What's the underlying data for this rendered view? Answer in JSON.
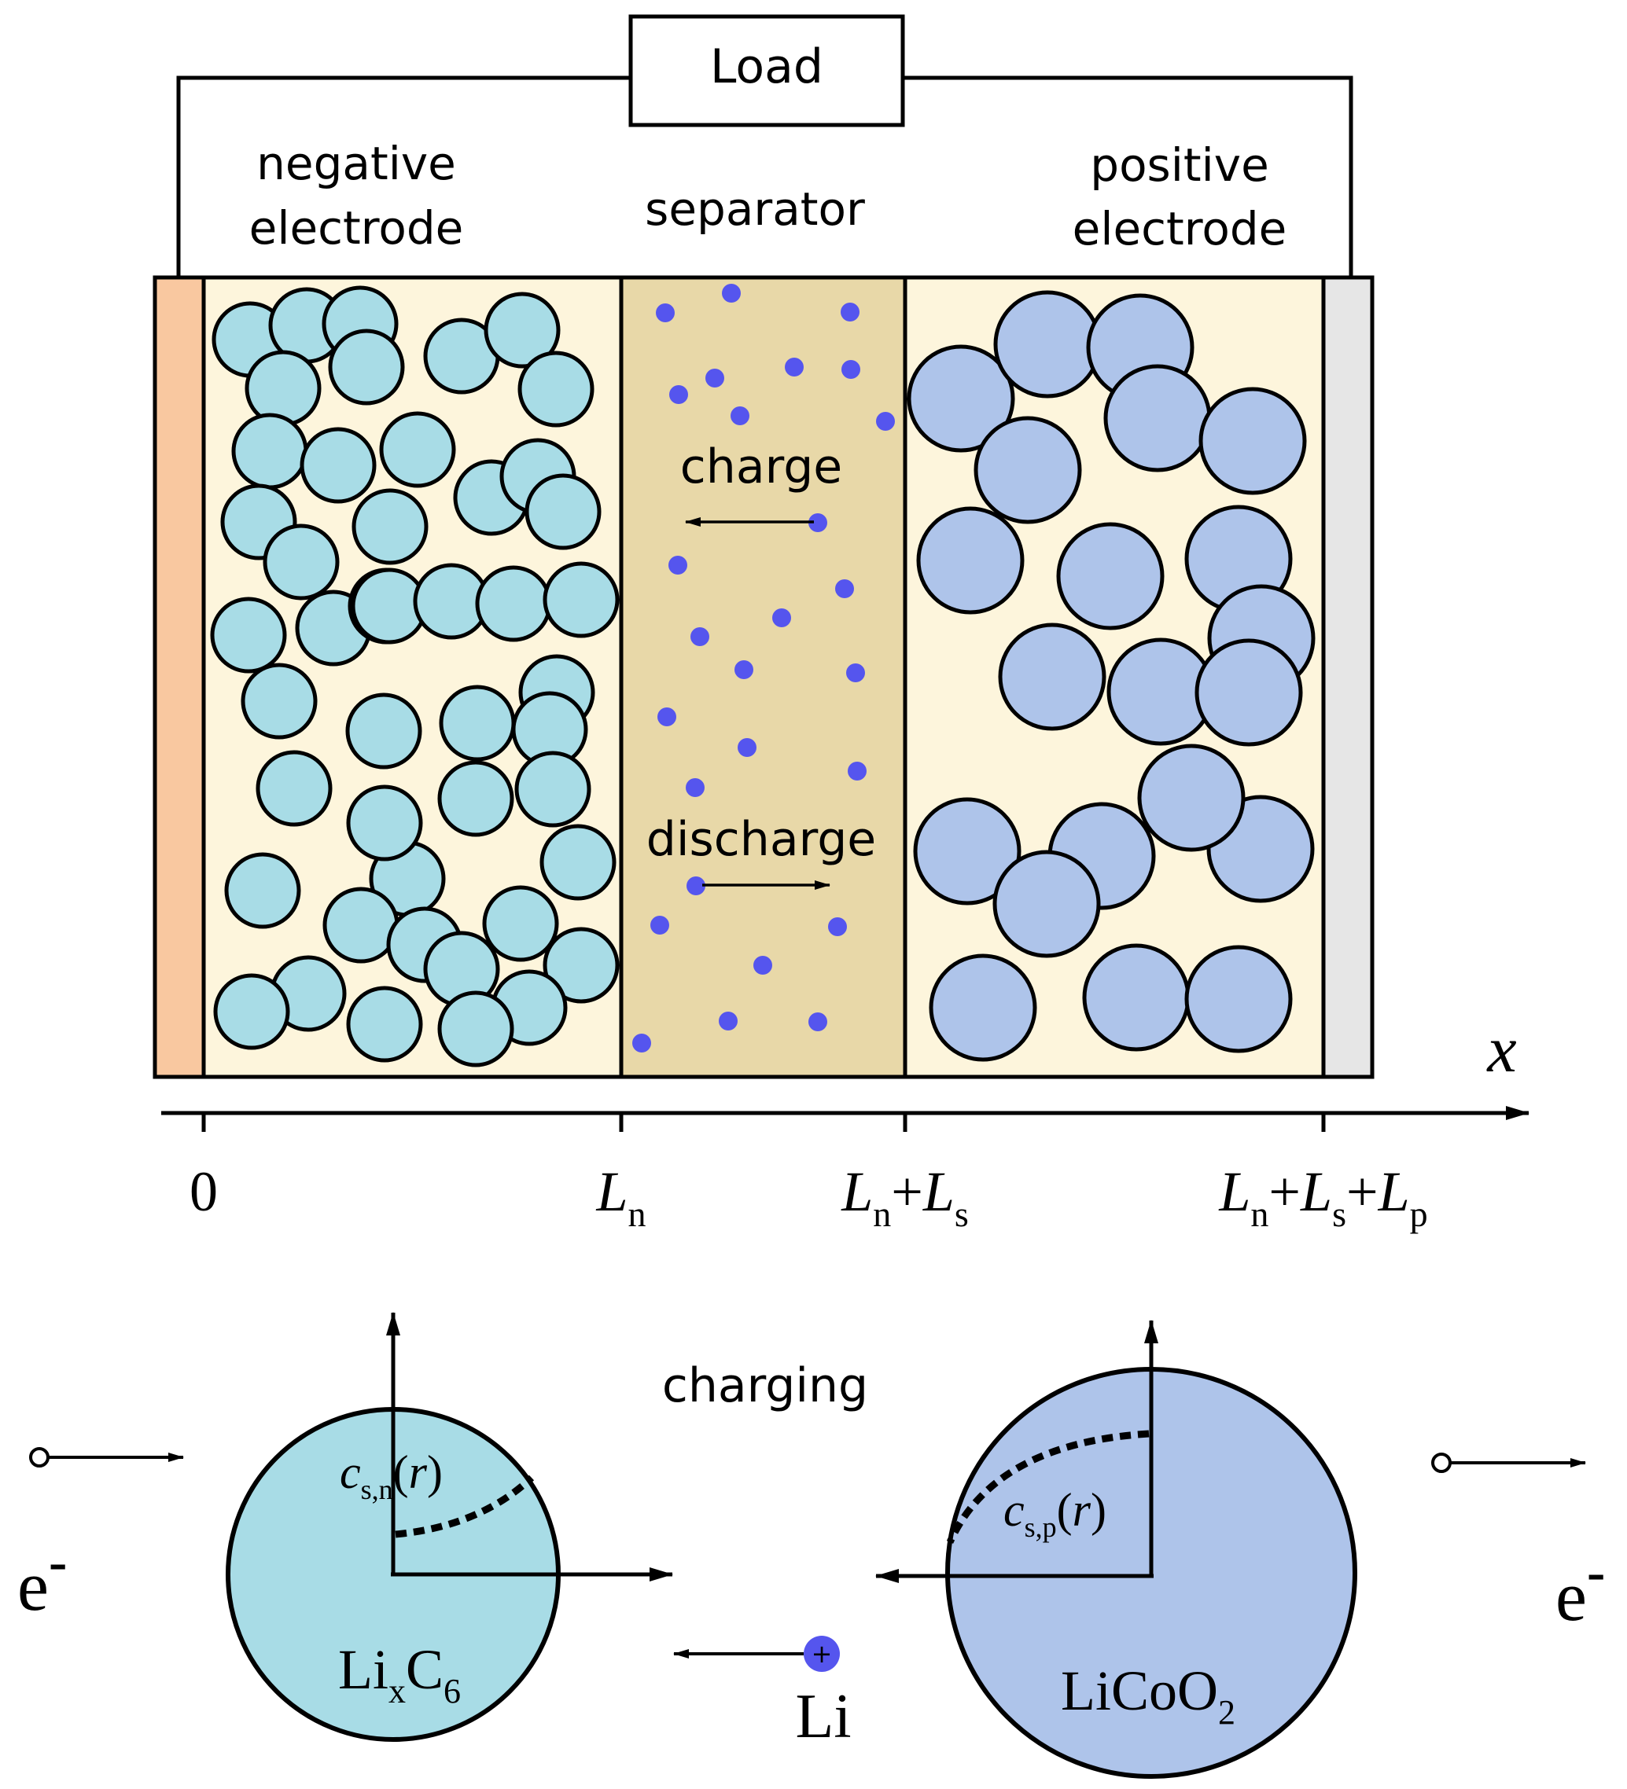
{
  "labels": {
    "load": "Load",
    "negative_line1": "negative",
    "negative_line2": "electrode",
    "separator": "separator",
    "positive_line1": "positive",
    "positive_line2": "electrode",
    "charge": "charge",
    "discharge": "discharge",
    "axis_var": "x",
    "charging": "charging",
    "li": "Li",
    "plus": "+",
    "electron_base": "e",
    "electron_sup": "-"
  },
  "ticks": [
    {
      "id": "zero",
      "parts": [
        {
          "t": "0",
          "sub": false
        }
      ]
    },
    {
      "id": "ln",
      "parts": [
        {
          "t": "L",
          "it": true
        },
        {
          "t": "n",
          "sub": true
        }
      ]
    },
    {
      "id": "ln-ls",
      "parts": [
        {
          "t": "L",
          "it": true
        },
        {
          "t": "n",
          "sub": true
        },
        {
          "t": "+"
        },
        {
          "t": "L",
          "it": true
        },
        {
          "t": "s",
          "sub": true
        }
      ]
    },
    {
      "id": "ln-ls-lp",
      "parts": [
        {
          "t": "L",
          "it": true
        },
        {
          "t": "n",
          "sub": true
        },
        {
          "t": "+"
        },
        {
          "t": "L",
          "it": true
        },
        {
          "t": "s",
          "sub": true
        },
        {
          "t": "+"
        },
        {
          "t": "L",
          "it": true
        },
        {
          "t": "p",
          "sub": true
        }
      ]
    }
  ],
  "particles": {
    "negative": {
      "material_main": "Li",
      "material_sub1": "x",
      "material_mid": "C",
      "material_sub2": "6",
      "conc_c": "c",
      "conc_sub": "s,n",
      "conc_open": "(",
      "conc_r": "r",
      "conc_close": ")"
    },
    "positive": {
      "material_main": "LiCoO",
      "material_sub": "2",
      "conc_c": "c",
      "conc_sub": "s,p",
      "conc_open": "(",
      "conc_r": "r",
      "conc_close": ")"
    }
  },
  "colors": {
    "negative_collector": "#f9c8a0",
    "positive_collector": "#e6e6e6",
    "electrode_bg": "#fdf5dc",
    "separator_bg": "#e8d8a8",
    "negative_particle": "#a8dce6",
    "positive_particle": "#aec4ea",
    "ion": "#5555ee"
  }
}
